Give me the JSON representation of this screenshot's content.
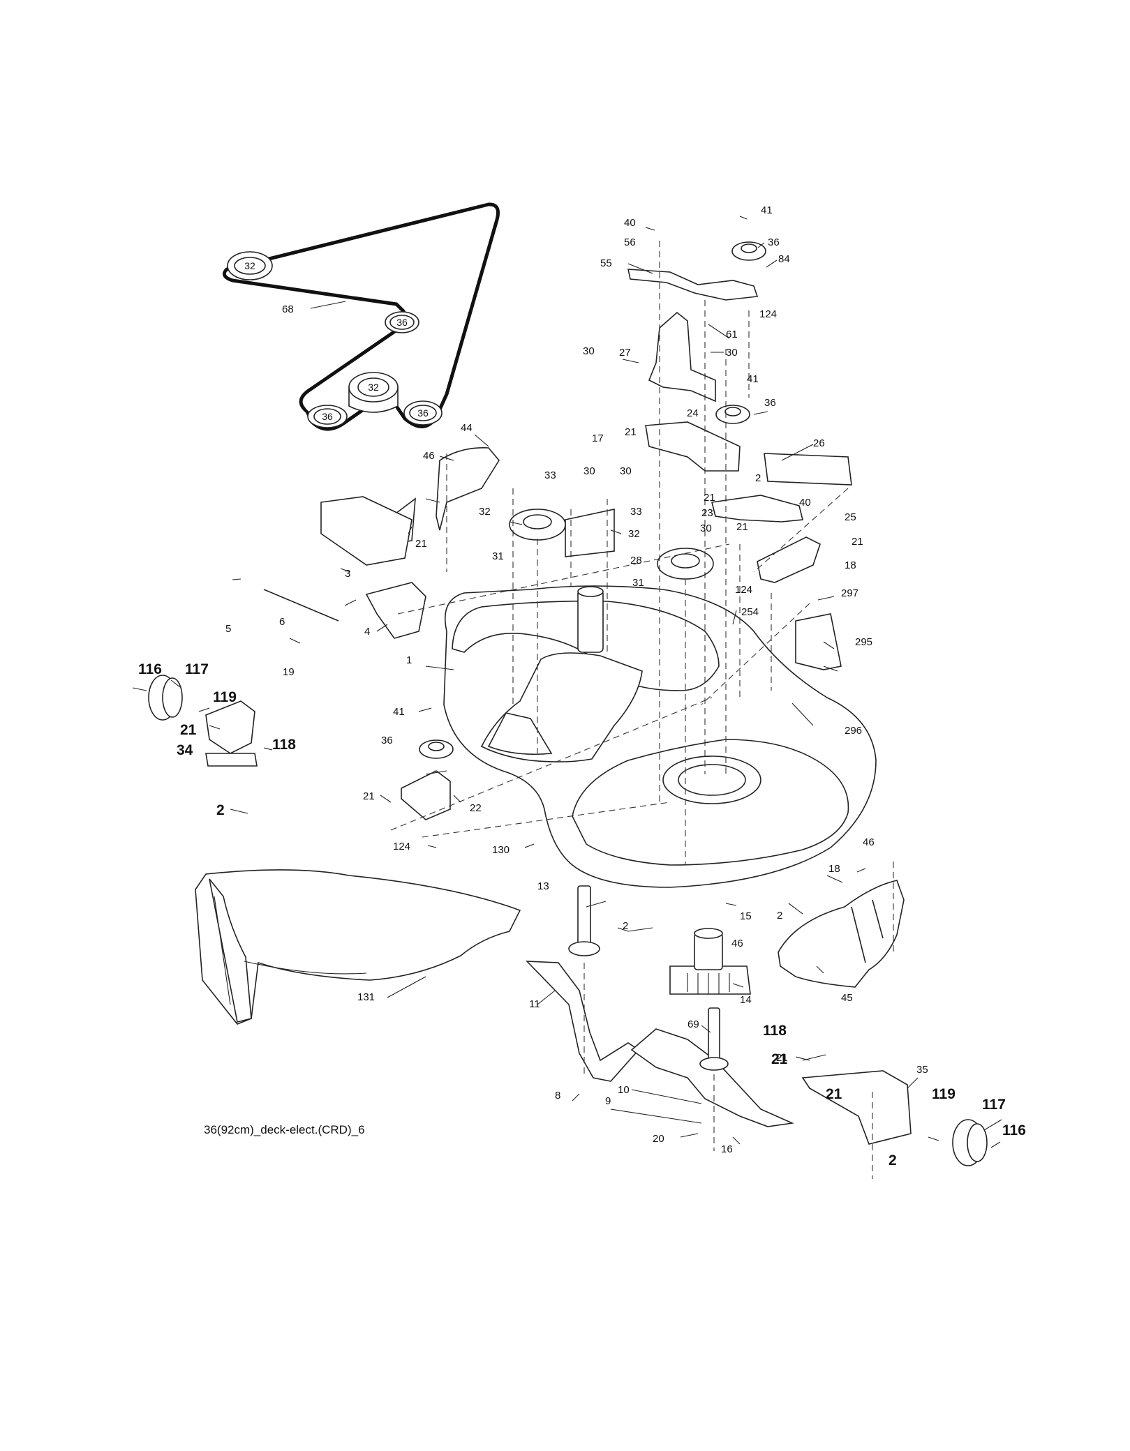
{
  "caption": "36(92cm)_deck-elect.(CRD)_6",
  "belt_labels": {
    "pulley_a": "32",
    "pulley_b": "36",
    "pulley_c": "32",
    "pulley_d": "36",
    "pulley_e": "36",
    "belt": "68"
  },
  "callouts": {
    "c1": "40",
    "c2": "56",
    "c3": "41",
    "c4": "36",
    "c5": "84",
    "c6": "55",
    "c7": "124",
    "c8": "61",
    "c9": "30",
    "c10": "27",
    "c11": "30",
    "c12": "41",
    "c13": "36",
    "c14": "24",
    "c15": "21",
    "c16": "17",
    "c17": "26",
    "c18": "44",
    "c19": "46",
    "c20": "33",
    "c21": "30",
    "c22": "30",
    "c23": "2",
    "c24": "21",
    "c25": "40",
    "c26": "23",
    "c27": "32",
    "c28": "33",
    "c29": "21",
    "c30": "25",
    "c31": "21",
    "c32": "3",
    "c33": "21",
    "c34": "31",
    "c35": "28",
    "c36": "32",
    "c37": "30",
    "c38": "18",
    "c39": "124",
    "c40": "31",
    "c41": "297",
    "c42": "5",
    "c43": "6",
    "c44": "4",
    "c45": "254",
    "c46": "19",
    "c47": "295",
    "c48": "1",
    "c49": "41",
    "c50": "36",
    "c51": "296",
    "c52": "21",
    "c53": "22",
    "c54": "124",
    "c55": "130",
    "c56": "46",
    "c57": "18",
    "c58": "13",
    "c59": "2",
    "c60": "15",
    "c61": "2",
    "c62": "46",
    "c63": "131",
    "c64": "11",
    "c65": "14",
    "c66": "45",
    "c67": "69",
    "c68": "10",
    "c69": "8",
    "c70": "9",
    "c71": "20",
    "c72": "16",
    "c73": "21",
    "c74": "35"
  },
  "bold_callouts": {
    "b1": "116",
    "b2": "117",
    "b3": "119",
    "b4": "21",
    "b5": "118",
    "b6": "34",
    "b7": "2",
    "b8": "118",
    "b9": "21",
    "b10": "21",
    "b11": "119",
    "b12": "117",
    "b13": "116",
    "b14": "2"
  }
}
